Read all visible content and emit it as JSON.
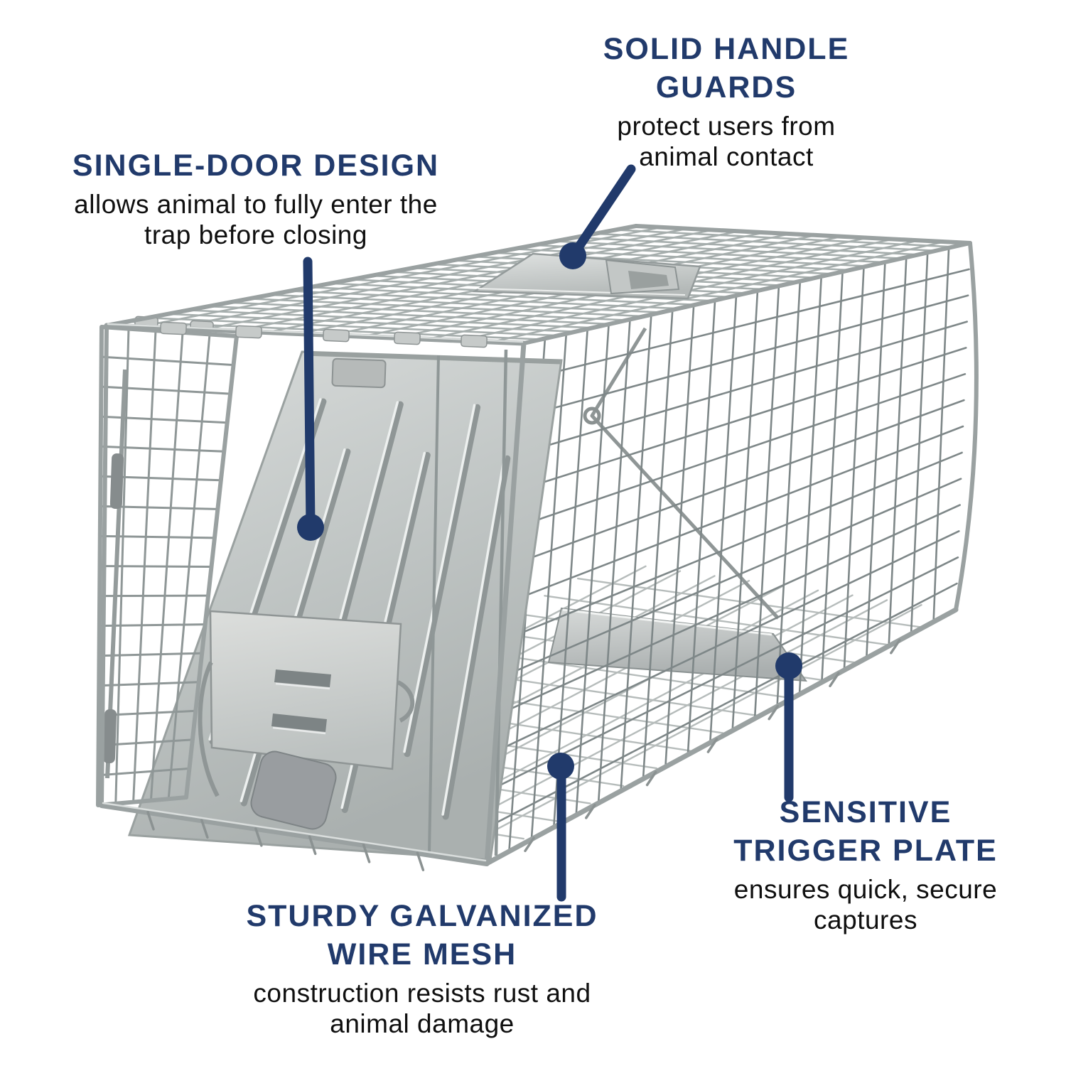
{
  "figure": {
    "subject": "live animal cage trap feature diagram",
    "background": "#ffffff",
    "accent_color": "#213A6B",
    "text_color": "#0F0F0F",
    "wire_color": "#8D9595"
  },
  "callouts": [
    {
      "id": "solid-handle-guards",
      "title_lines": [
        "SOLID HANDLE",
        "GUARDS"
      ],
      "desc_lines": [
        "protect users from",
        "animal contact"
      ]
    },
    {
      "id": "single-door-design",
      "title_lines": [
        "SINGLE-DOOR DESIGN"
      ],
      "desc_lines": [
        "allows animal to fully enter the",
        "trap before closing"
      ]
    },
    {
      "id": "sensitive-trigger-plate",
      "title_lines": [
        "SENSITIVE",
        "TRIGGER PLATE"
      ],
      "desc_lines": [
        "ensures quick, secure",
        "captures"
      ]
    },
    {
      "id": "sturdy-wire-mesh",
      "title_lines": [
        "STURDY GALVANIZED",
        "WIRE MESH"
      ],
      "desc_lines": [
        "construction resists rust and",
        "animal damage"
      ]
    }
  ]
}
